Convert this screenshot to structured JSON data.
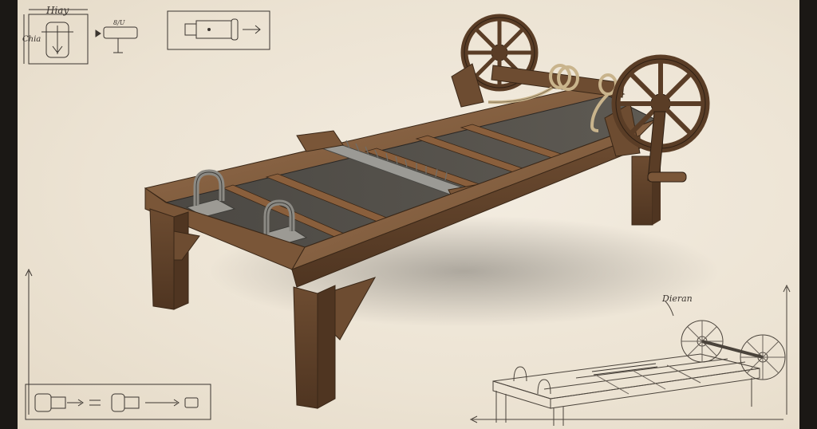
{
  "sketch_labels": {
    "top_left_title": "Hiay",
    "side_label": "Chia",
    "small_label": "8/U",
    "bottom_right_title": "Dieran"
  },
  "colors": {
    "paper": "#ece3d3",
    "wood": "#7a5638",
    "wood_dark": "#4f3521",
    "wood_light": "#9b7350",
    "bed_slate": "#55514b",
    "metal": "#a9a8a3",
    "rope": "#c9b48c",
    "ink": "#3b3530"
  },
  "icons": [
    "shackle-icon",
    "wheel-icon",
    "spike-bar-icon",
    "arrow-icon"
  ]
}
